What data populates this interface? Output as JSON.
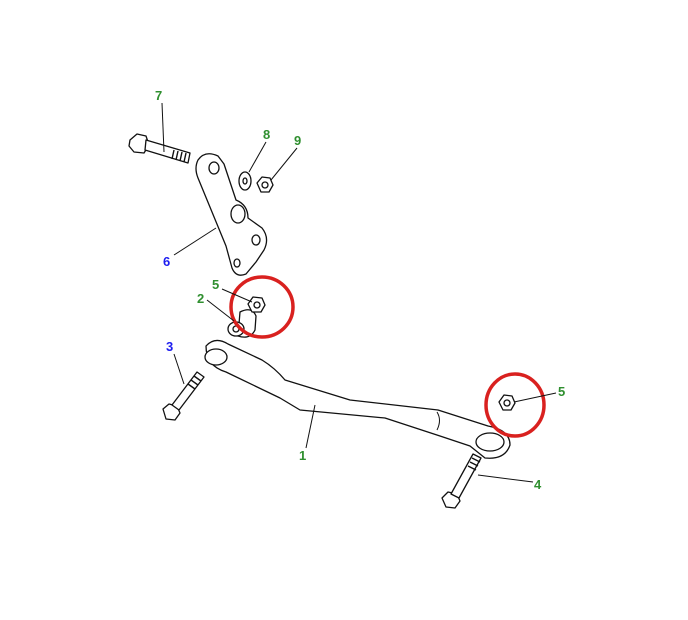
{
  "colors": {
    "green": "#2f8f2f",
    "blue": "#1c1cf0",
    "highlight": "#d9211f"
  },
  "callouts": [
    {
      "id": "7",
      "text": "7",
      "color": "green"
    },
    {
      "id": "8",
      "text": "8",
      "color": "green"
    },
    {
      "id": "9",
      "text": "9",
      "color": "green"
    },
    {
      "id": "6",
      "text": "6",
      "color": "blue"
    },
    {
      "id": "5a",
      "text": "5",
      "color": "green"
    },
    {
      "id": "2",
      "text": "2",
      "color": "green"
    },
    {
      "id": "3",
      "text": "3",
      "color": "blue"
    },
    {
      "id": "1",
      "text": "1",
      "color": "green"
    },
    {
      "id": "5b",
      "text": "5",
      "color": "green"
    },
    {
      "id": "4",
      "text": "4",
      "color": "green"
    }
  ]
}
